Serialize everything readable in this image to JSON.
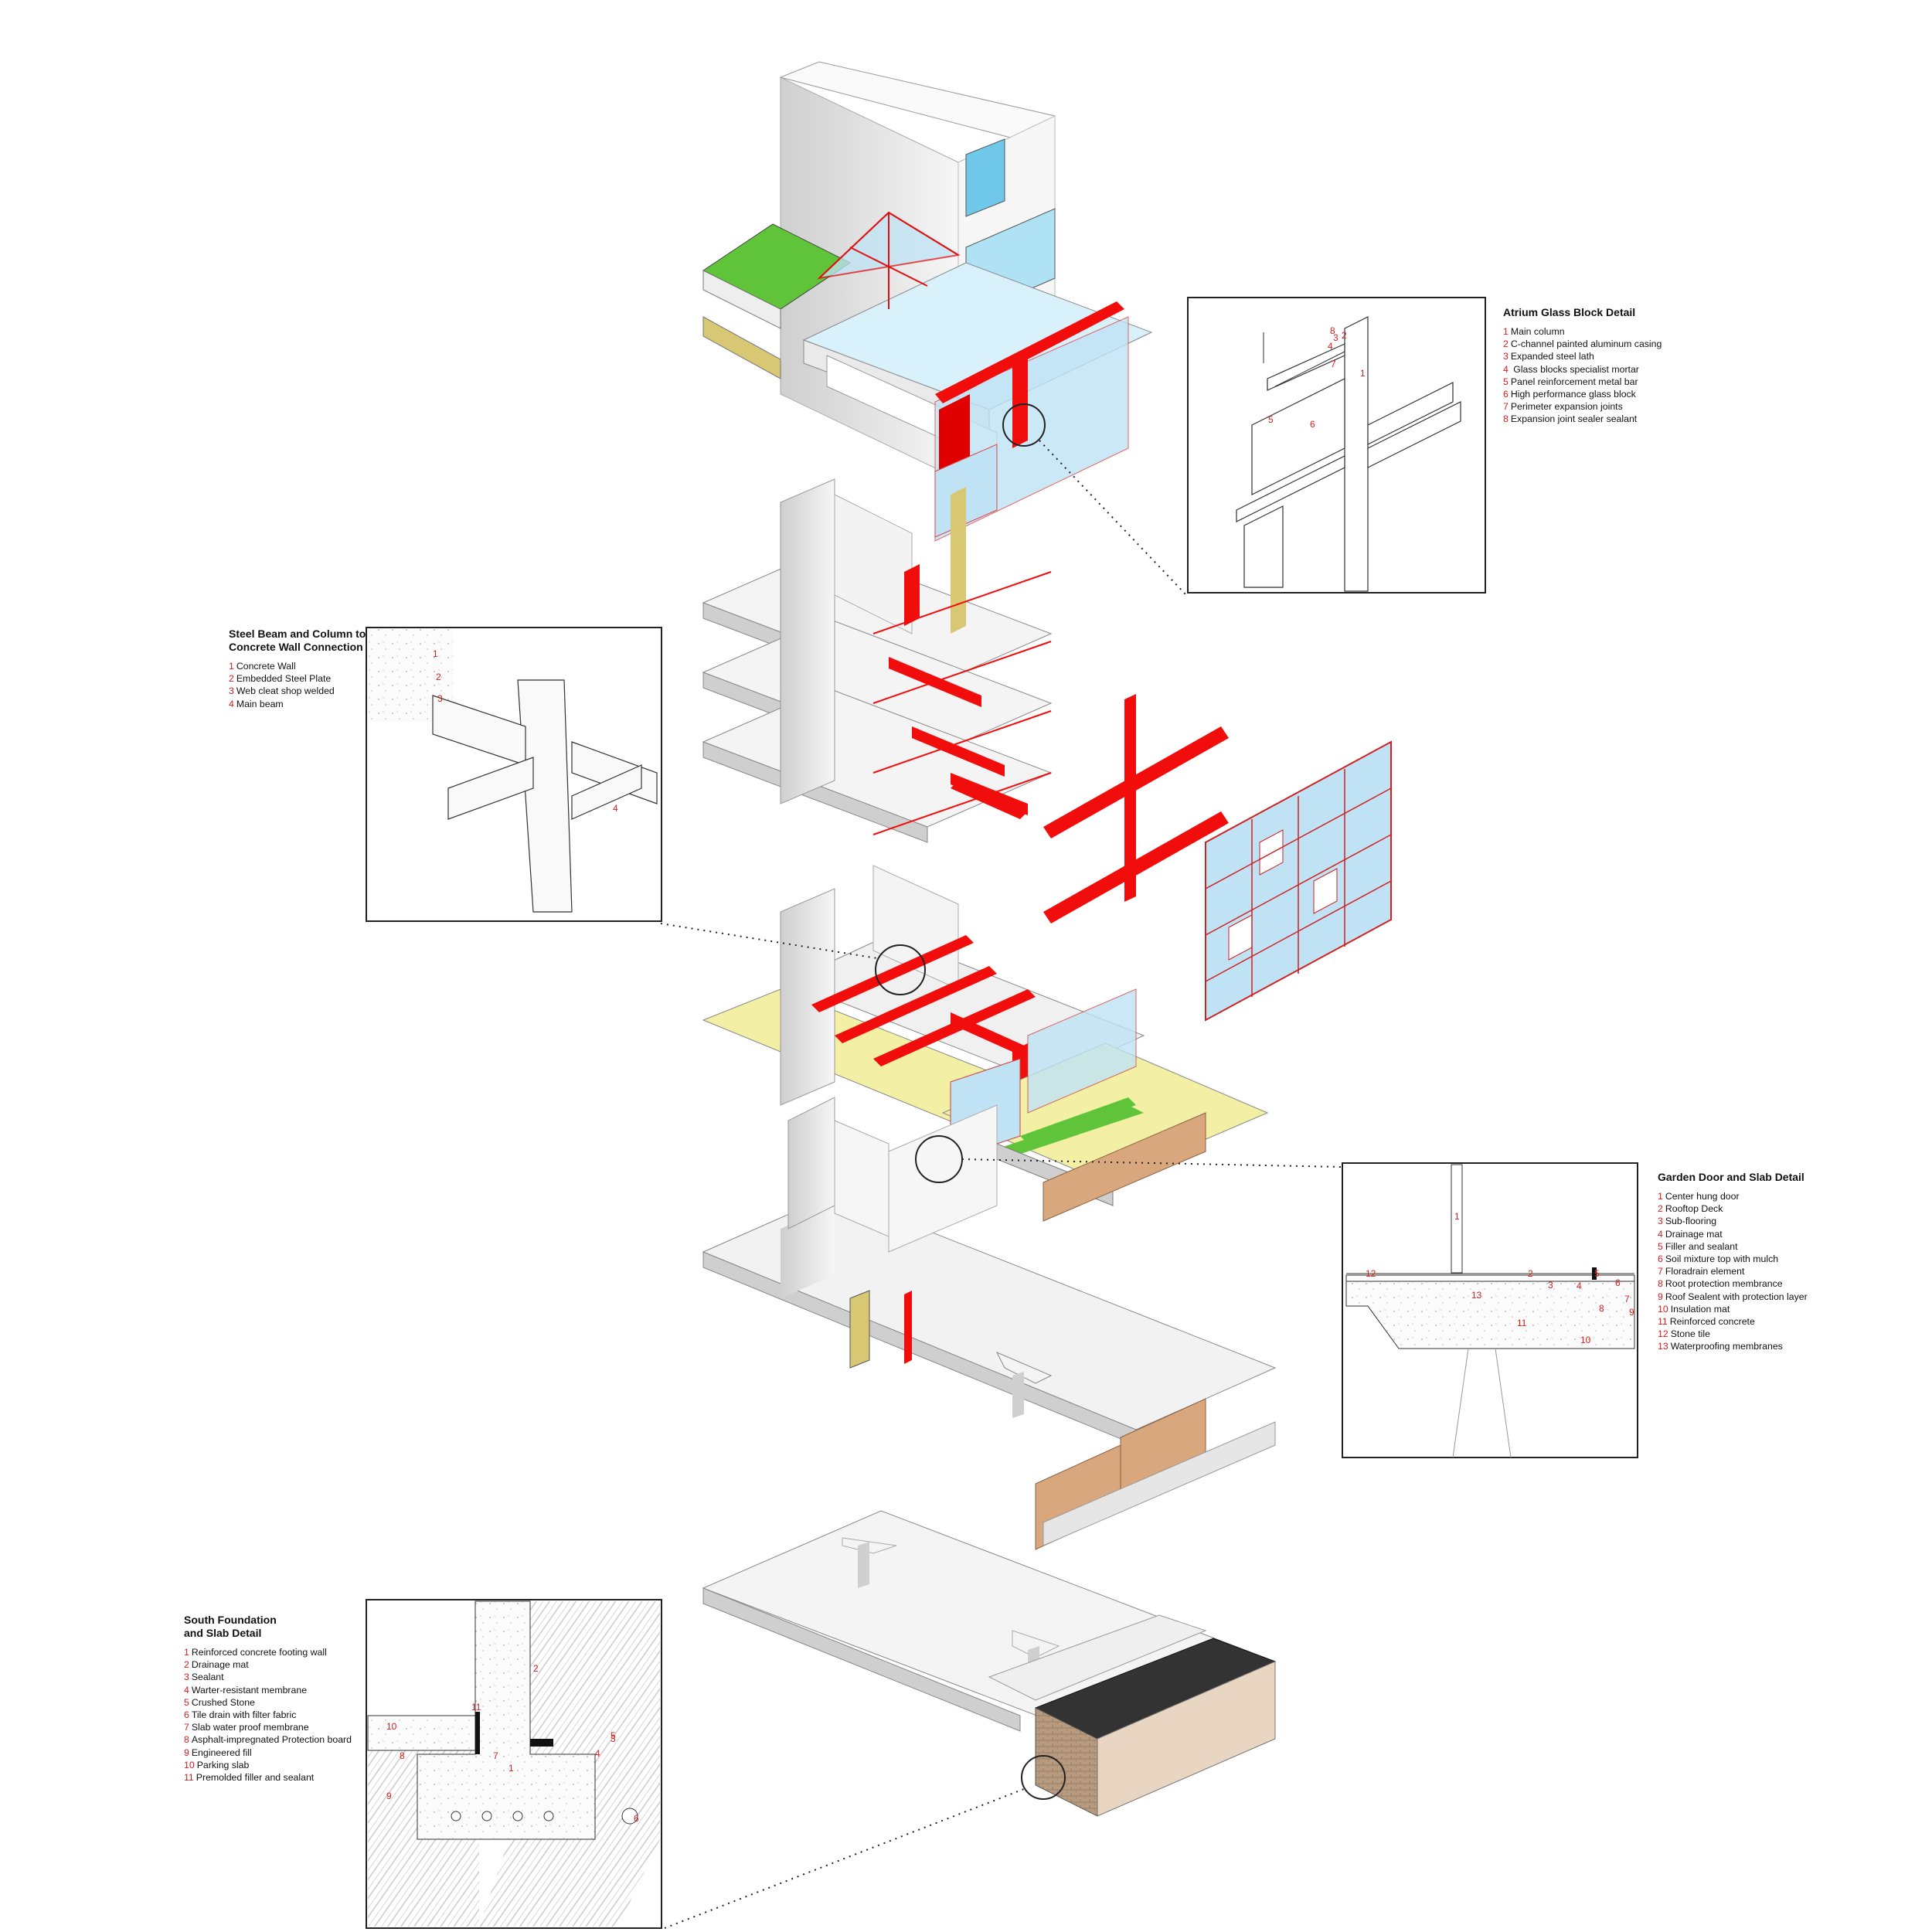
{
  "details": {
    "atrium": {
      "title": "Atrium Glass Block Detail",
      "items": [
        {
          "n": "1",
          "text": "Main column"
        },
        {
          "n": "2",
          "text": "C-channel painted aluminum casing"
        },
        {
          "n": "3",
          "text": "Expanded steel lath"
        },
        {
          "n": "4",
          "text": " Glass blocks specialist mortar"
        },
        {
          "n": "5",
          "text": "Panel reinforcement metal bar"
        },
        {
          "n": "6",
          "text": "High performance glass block"
        },
        {
          "n": "7",
          "text": "Perimeter expansion joints"
        },
        {
          "n": "8",
          "text": "Expansion joint sealer sealant"
        }
      ]
    },
    "steel": {
      "title_lines": [
        "Steel Beam and Column to",
        "Concrete Wall Connection"
      ],
      "items": [
        {
          "n": "1",
          "text": "Concrete Wall"
        },
        {
          "n": "2",
          "text": "Embedded Steel Plate"
        },
        {
          "n": "3",
          "text": "Web cleat shop welded"
        },
        {
          "n": "4",
          "text": "Main beam"
        }
      ]
    },
    "garden": {
      "title": "Garden Door and Slab Detail",
      "items": [
        {
          "n": "1",
          "text": "Center hung door"
        },
        {
          "n": "2",
          "text": "Rooftop Deck"
        },
        {
          "n": "3",
          "text": "Sub-flooring"
        },
        {
          "n": "4",
          "text": "Drainage mat"
        },
        {
          "n": "5",
          "text": "Filler and sealant"
        },
        {
          "n": "6",
          "text": "Soil mixture top with mulch"
        },
        {
          "n": "7",
          "text": "Floradrain element"
        },
        {
          "n": "8",
          "text": "Root protection membrance"
        },
        {
          "n": "9",
          "text": "Roof Sealent with protection layer"
        },
        {
          "n": "10",
          "text": "Insulation mat"
        },
        {
          "n": "11",
          "text": "Reinforced concrete"
        },
        {
          "n": "12",
          "text": "Stone tile"
        },
        {
          "n": "13",
          "text": "Waterproofing membranes"
        }
      ]
    },
    "south": {
      "title_lines": [
        "South Foundation",
        "and Slab Detail"
      ],
      "items": [
        {
          "n": "1",
          "text": "Reinforced concrete footing wall"
        },
        {
          "n": "2",
          "text": "Drainage mat"
        },
        {
          "n": "3",
          "text": "Sealant"
        },
        {
          "n": "4",
          "text": "Warter-resistant membrane"
        },
        {
          "n": "5",
          "text": "Crushed Stone"
        },
        {
          "n": "6",
          "text": "Tile drain with filter fabric"
        },
        {
          "n": "7",
          "text": "Slab water proof membrane"
        },
        {
          "n": "8",
          "text": "Asphalt-impregnated Protection board"
        },
        {
          "n": "9",
          "text": "Engineered fill"
        },
        {
          "n": "10",
          "text": "Parking slab"
        },
        {
          "n": "11",
          "text": "Premolded filler and sealant"
        }
      ]
    }
  },
  "callout_numbers": {
    "atrium": [
      "1",
      "2",
      "3",
      "4",
      "5",
      "6",
      "7",
      "8"
    ],
    "steel": [
      "1",
      "2",
      "3",
      "4"
    ],
    "garden": [
      "1",
      "2",
      "3",
      "4",
      "5",
      "6",
      "7",
      "8",
      "9",
      "10",
      "11",
      "12",
      "13"
    ],
    "south": [
      "1",
      "2",
      "3",
      "4",
      "5",
      "6",
      "7",
      "8",
      "9",
      "10",
      "11"
    ]
  },
  "colors": {
    "structure_red": "#f20d0d",
    "glass_blue": "#bfe3f5",
    "grass_green": "#5fc43a",
    "deck_yellow": "#f3f0a6",
    "wood": "#d9a77e",
    "wall_grey": "#e6e6e6",
    "label_red": "#d42020",
    "line_dark": "#222222"
  }
}
